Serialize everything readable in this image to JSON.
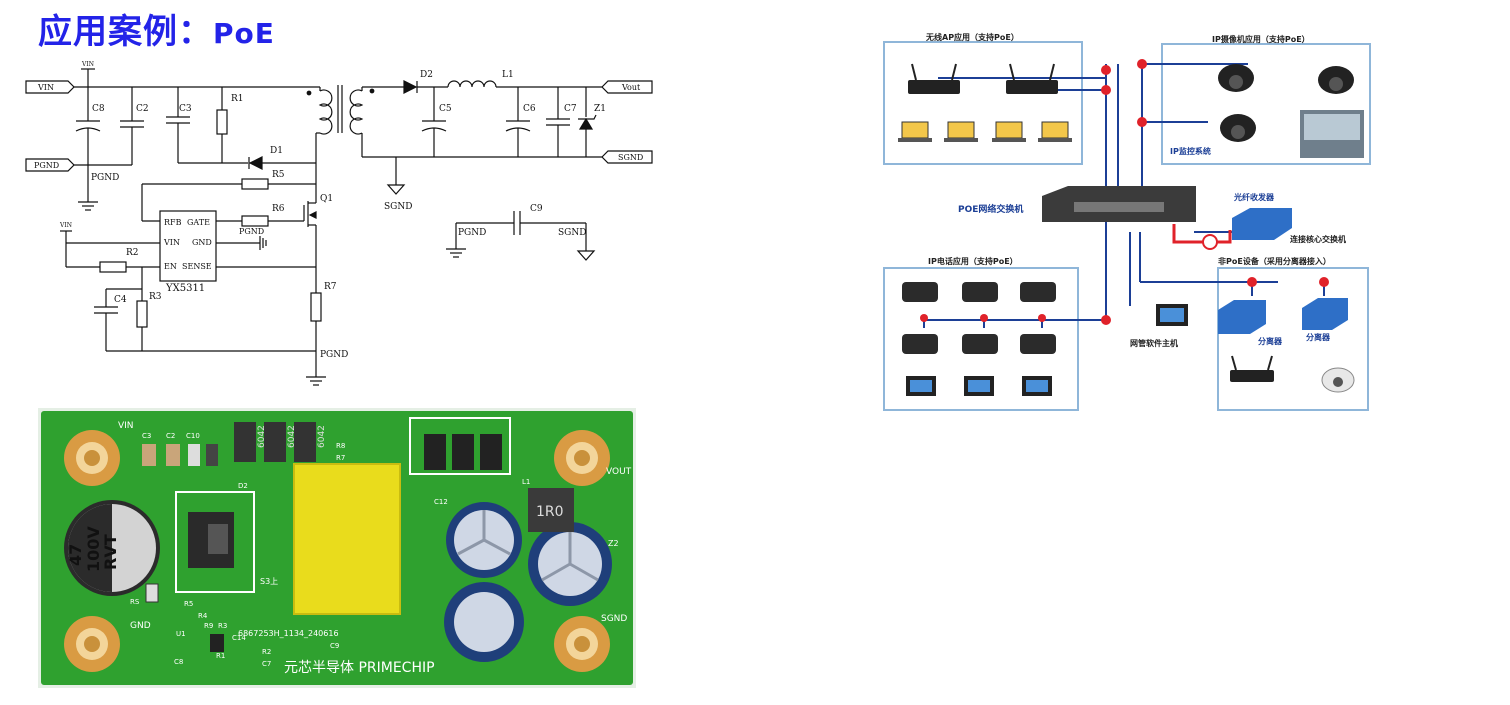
{
  "page": {
    "title_prefix": "应用案例：",
    "title_suffix": "PoE"
  },
  "schematic": {
    "ports": {
      "vin": "VIN",
      "pgnd": "PGND",
      "vout": "Vout",
      "sgnd": "SGND"
    },
    "supply_labels": {
      "vin_top": "VIN",
      "vin_left": "VIN"
    },
    "components": {
      "c8": "C8",
      "c2": "C2",
      "c3": "C3",
      "r1": "R1",
      "d1": "D1",
      "r5": "R5",
      "r6": "R6",
      "q1": "Q1",
      "d2": "D2",
      "l1": "L1",
      "c5": "C5",
      "c6": "C6",
      "c7": "C7",
      "z1": "Z1",
      "r2": "R2",
      "c4": "C4",
      "r3": "R3",
      "r7": "R7",
      "c9": "C9"
    },
    "nets": {
      "pgnd_left": "PGND",
      "pgnd_ic": "PGND",
      "pgnd_bottom": "PGND",
      "sgnd_mid": "SGND",
      "pgnd_c9": "PGND",
      "sgnd_c9": "SGND"
    },
    "ic": {
      "name": "YX5311",
      "pin_rfb": "RFB",
      "pin_gate": "GATE",
      "pin_vin": "VIN",
      "pin_gnd": "GND",
      "pin_en": "EN",
      "pin_sense": "SENSE"
    }
  },
  "pcb": {
    "silk": {
      "vin": "VIN",
      "vout": "VOUT",
      "gnd": "GND",
      "sgnd": "SGND",
      "brand": "元芯半导体 PRIMECHIP",
      "c3": "C3",
      "c2": "C2",
      "c10": "C10",
      "r8": "R8",
      "r7": "R7",
      "l1": "L1",
      "c12": "C12",
      "d2": "D2",
      "r5": "R5",
      "r4": "R4",
      "r3": "R3",
      "r9": "R9",
      "r1": "R1",
      "r2": "R2",
      "c14": "C14",
      "c7": "C7",
      "c9": "C9",
      "c8": "C8",
      "u1": "U1",
      "rs": "RS",
      "z2": "Z2",
      "lot": "6867253H_1134_240616",
      "s3": "S3上"
    },
    "cap_main": [
      "47",
      "100V",
      "RVT"
    ],
    "inductor": "1R0",
    "mosfet": "6042"
  },
  "network": {
    "wireless_title": "无线AP应用（支持PoE）",
    "camera_title": "IP摄像机应用（支持PoE）",
    "monitor_label": "IP监控系统",
    "switch_label": "POE网络交换机",
    "fiber_label": "光纤收发器",
    "core_label": "连接核心交换机",
    "phone_title": "IP电话应用（支持PoE）",
    "mgmt_label": "网管软件主机",
    "nonpoe_title": "非PoE设备（采用分离器接入）",
    "splitter1": "分离器",
    "splitter2": "分离器"
  },
  "colors": {
    "title": "#2323e8",
    "pcb_green": "#2fa12f",
    "box_border": "#8fb6d9",
    "link": "#1c3f96",
    "fiber": "#e0222a"
  }
}
